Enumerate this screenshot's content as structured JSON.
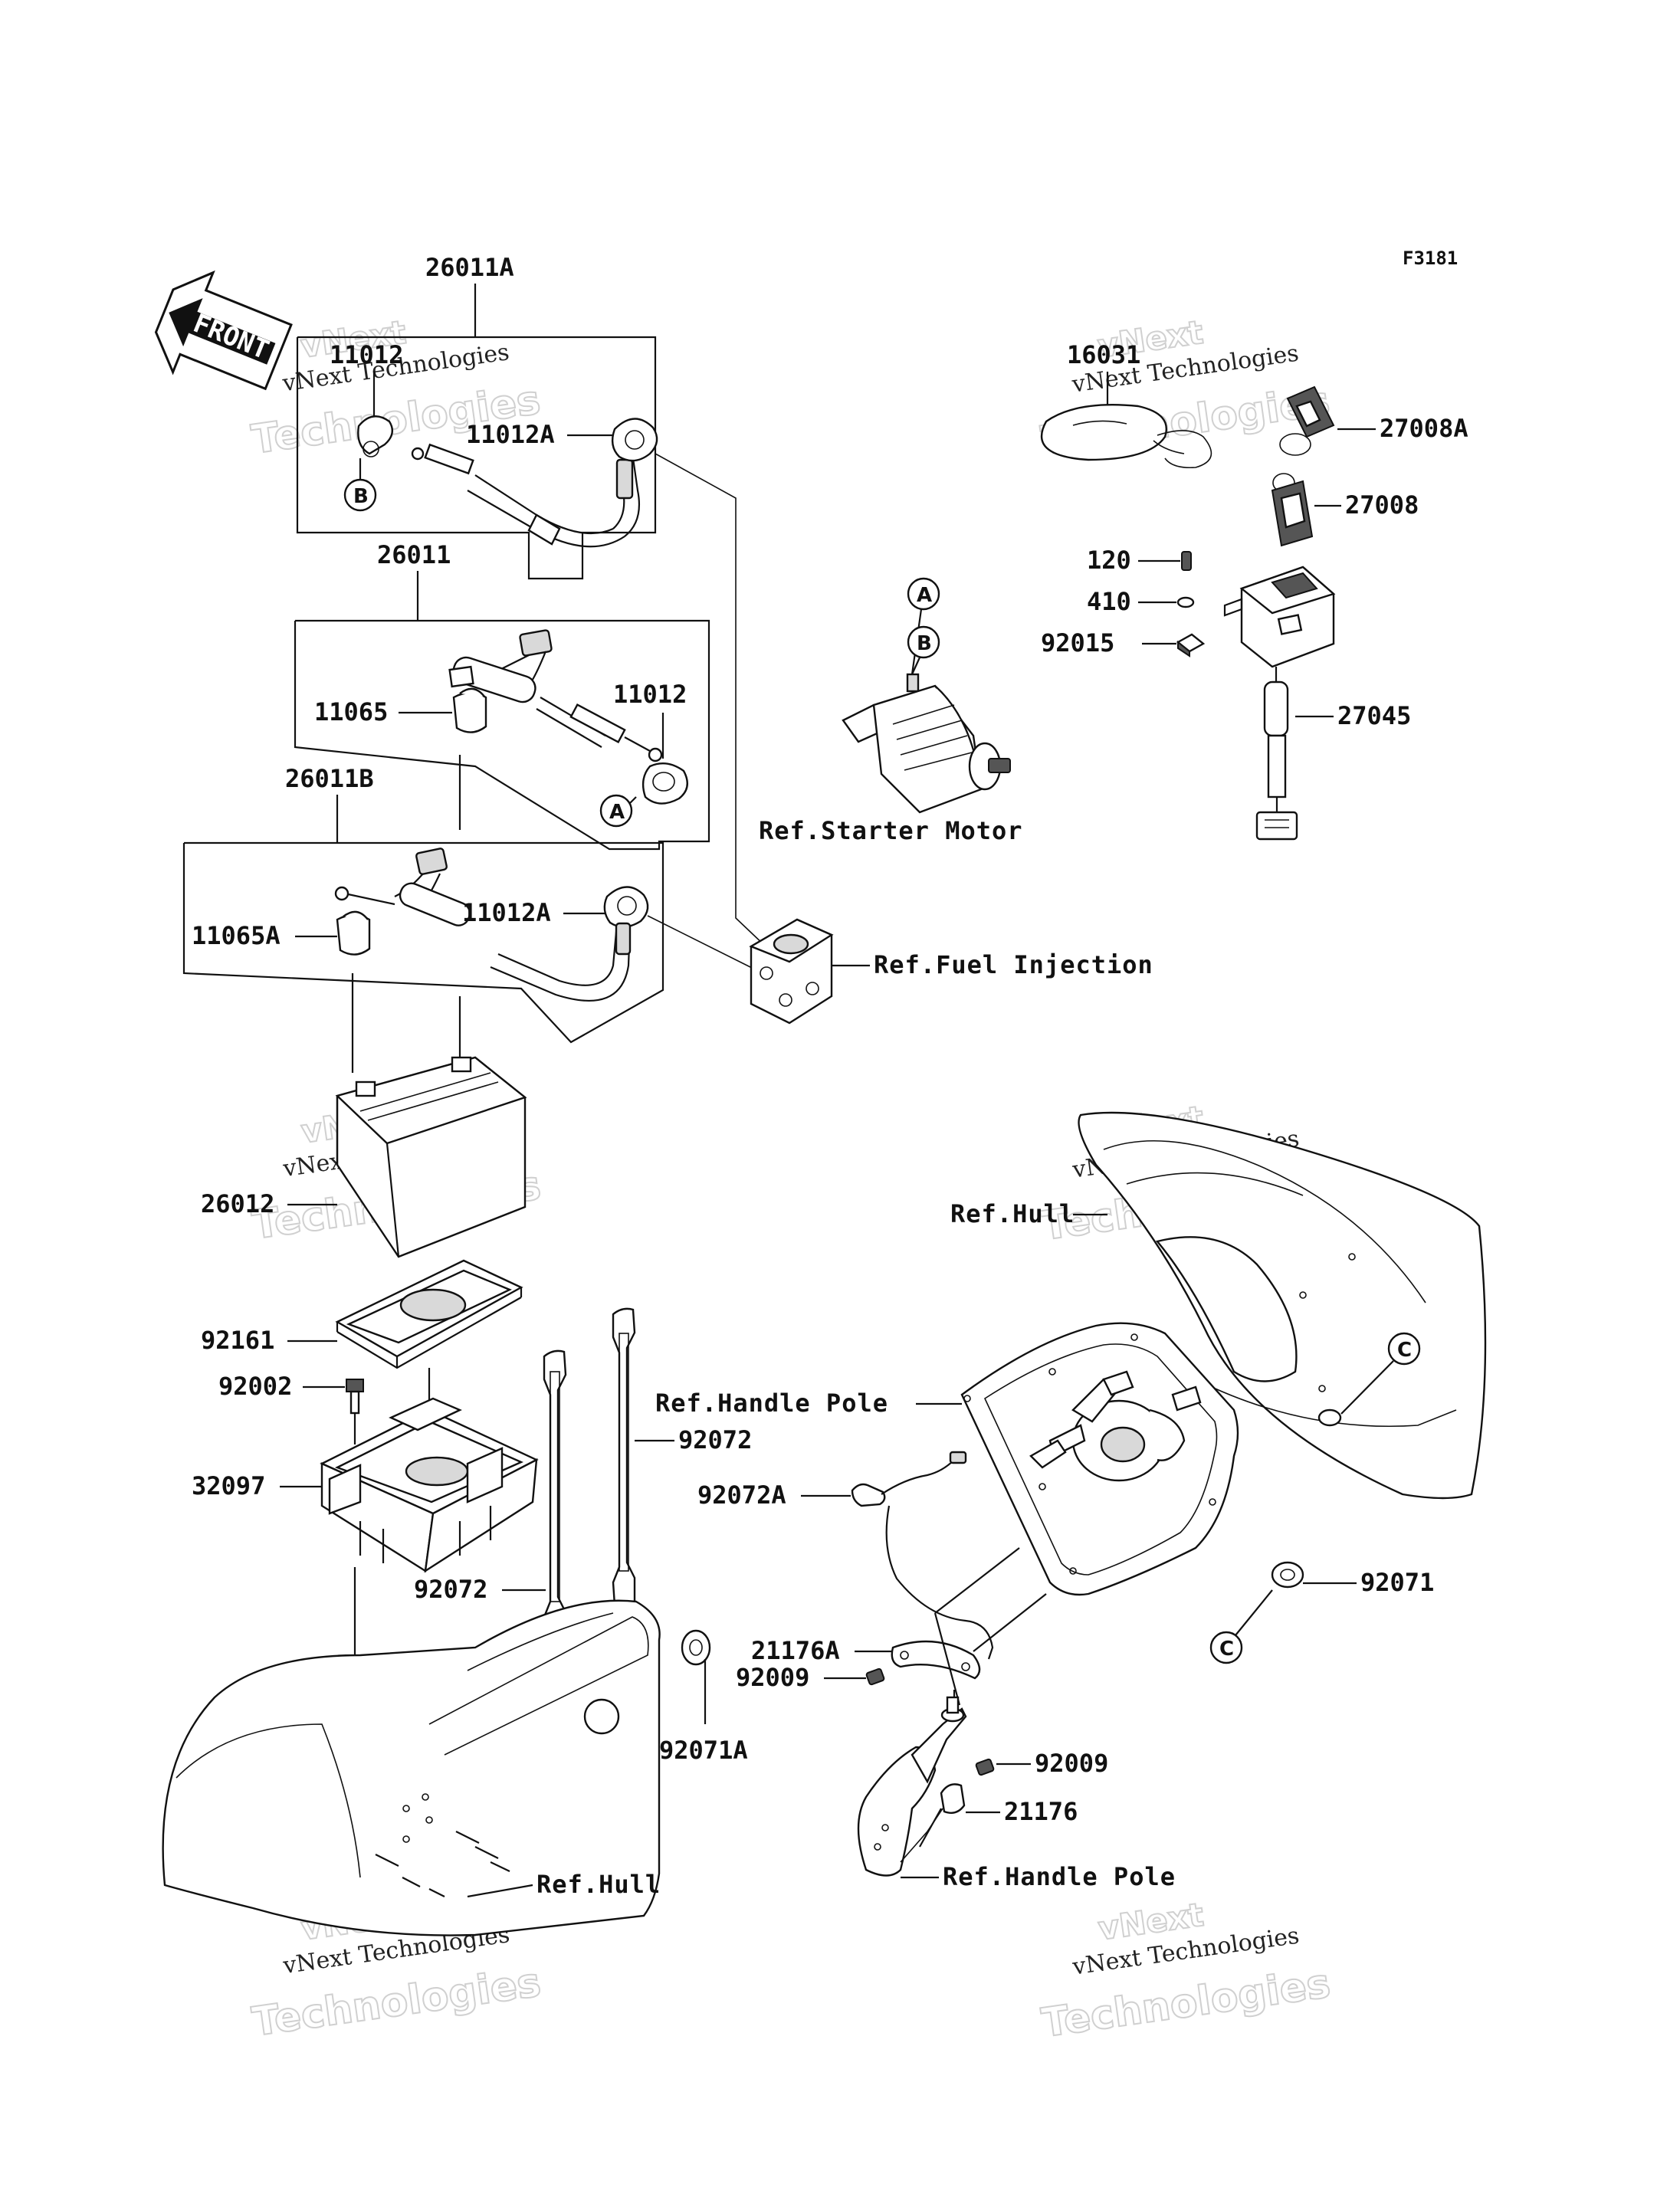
{
  "diagram_code": "F3181",
  "front_label": "FRONT",
  "watermarks": {
    "line1": "vNext",
    "line2": "vNext Technologies",
    "line3": "Technologies"
  },
  "callouts": {
    "a": "A",
    "b": "B",
    "c": "C"
  },
  "parts": {
    "p26011A": "26011A",
    "p11012_top": "11012",
    "p11012A_top": "11012A",
    "p26011": "26011",
    "p11065": "11065",
    "p11012_mid": "11012",
    "p26011B": "26011B",
    "p11065A": "11065A",
    "p11012A_mid": "11012A",
    "p26012": "26012",
    "p92161": "92161",
    "p92002": "92002",
    "p32097": "32097",
    "p92072_right": "92072",
    "p92072_left": "92072",
    "p92072A": "92072A",
    "p92071A": "92071A",
    "p16031": "16031",
    "p27008A": "27008A",
    "p27008": "27008",
    "p120": "120",
    "p410": "410",
    "p92015": "92015",
    "p27045": "27045",
    "p92071": "92071",
    "p21176A": "21176A",
    "p92009_a": "92009",
    "p92009_b": "92009",
    "p21176": "21176"
  },
  "references": {
    "starter_motor": "Ref.Starter Motor",
    "fuel_injection": "Ref.Fuel Injection",
    "hull_top": "Ref.Hull",
    "hull_bottom": "Ref.Hull",
    "handle_pole_top": "Ref.Handle Pole",
    "handle_pole_bottom": "Ref.Handle Pole"
  }
}
